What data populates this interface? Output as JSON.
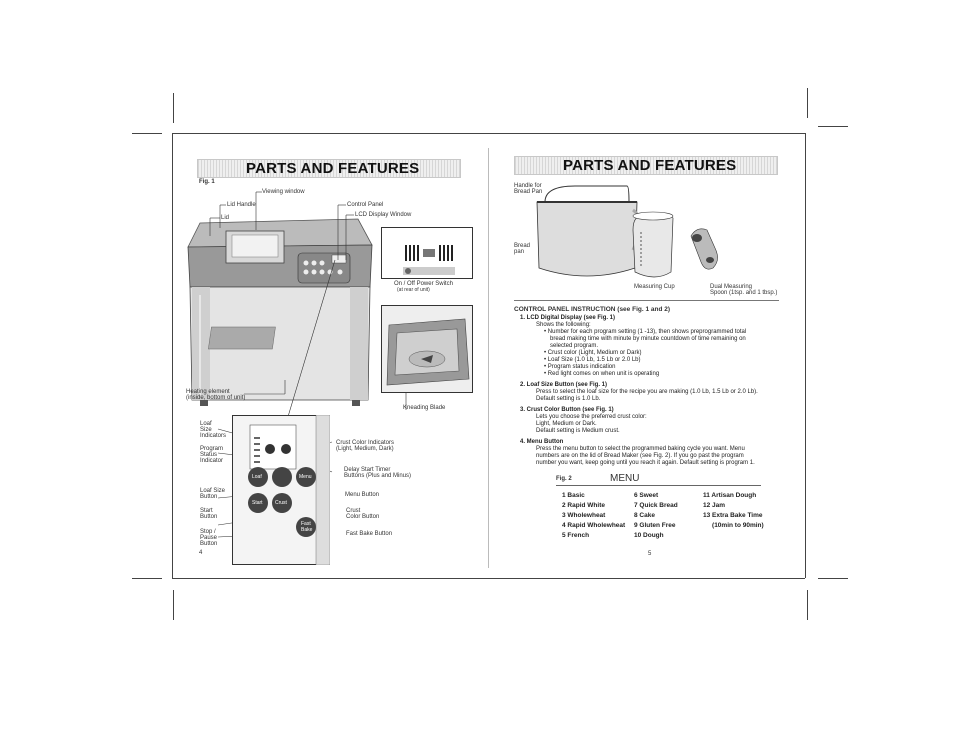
{
  "left": {
    "banner": "PARTS AND FEATURES",
    "fig": "Fig. 1",
    "labels": {
      "viewing_window": "Viewing window",
      "lid_handle": "Lid Handle",
      "lid": "Lid",
      "control_panel": "Control Panel",
      "lcd_window": "LCD Display Window",
      "power_switch_1": "On / Off Power Switch",
      "power_switch_2": "(at rear of unit)",
      "heating_1": "Heating element",
      "heating_2": "(inside, bottom of unit)",
      "kneading": "Kneading Blade",
      "leaf_1": "Loaf",
      "leaf_2": "Size",
      "leaf_3": "Indicators",
      "program_1": "Program",
      "program_2": "Status",
      "program_3": "Indicator",
      "crust_ind_1": "Crust Color Indicators",
      "crust_ind_2": "(Light, Medium, Dark)",
      "delay_1": "Delay Start Timer",
      "delay_2": "Buttons (Plus and Minus)",
      "loafsize_btn_1": "Loaf Size",
      "loafsize_btn_2": "Button",
      "menu_btn": "Menu Button",
      "start_1": "Start",
      "start_2": "Button",
      "crust_btn_1": "Crust",
      "crust_btn_2": "Color Button",
      "stop_1": "Stop /",
      "stop_2": "Pause",
      "stop_3": "Button",
      "fast_bake": "Fast Bake Button"
    },
    "panel_btn_labels": {
      "loaf": "Loaf",
      "start": "Start",
      "menu": "Menu",
      "crust": "Crust",
      "fast_1": "Fast",
      "fast_2": "Bake"
    },
    "page_num": "4"
  },
  "right": {
    "banner": "PARTS AND FEATURES",
    "labels": {
      "handle_1": "Handle for",
      "handle_2": "Bread Pan",
      "bread_1": "Bread",
      "bread_2": "pan",
      "cup": "Measuring Cup",
      "spoon_1": "Dual Measuring",
      "spoon_2": "Spoon (1tsp. and 1 tbsp.)"
    },
    "section_title": "CONTROL PANEL INSTRUCTION (see Fig. 1 and 2)",
    "items": [
      {
        "title": "1.  LCD Digital Display (see Fig. 1)",
        "lines": [
          "Shows the following:"
        ],
        "bullets": [
          "Number for each program setting (1 -13), then shows preprogrammed total",
          "bread making time with minute by minute countdown of time remaining on",
          "selected program.",
          "Crust color (Light, Medium or Dark)",
          "Loaf Size (1.0 Lb, 1.5 Lb or 2.0 Lb)",
          "Program status indication",
          "Red light comes on when unit is operating"
        ]
      },
      {
        "title": "2.  Loaf Size Button (see Fig. 1)",
        "lines": [
          "Press to select the loaf size for the recipe you are making (1.0 Lb, 1.5 Lb or 2.0 Lb).",
          "Default setting is 1.0 Lb."
        ]
      },
      {
        "title": "3.  Crust Color Button (see Fig. 1)",
        "lines": [
          "Lets you choose the preferred crust color:",
          "Light, Medium or Dark.",
          "Default setting is Medium crust."
        ]
      },
      {
        "title": "4.  Menu Button",
        "lines": [
          "Press the menu button to select the programmed baking cycle you want. Menu",
          "numbers are on the lid of Bread Maker (see Fig. 2). If you go past the program",
          "number you want, keep going until you reach it again. Default setting is program 1."
        ]
      }
    ],
    "fig2": "Fig. 2",
    "menu_title": "MENU",
    "menu_col1": [
      "1  Basic",
      "2  Rapid White",
      "3  Wholewheat",
      "4  Rapid Wholewheat",
      "5  French"
    ],
    "menu_col2": [
      "6  Sweet",
      "7  Quick Bread",
      "8  Cake",
      "9  Gluten Free",
      "10  Dough"
    ],
    "menu_col3": [
      "11  Artisan Dough",
      "12  Jam",
      "13  Extra Bake Time",
      "     (10min to 90min)"
    ],
    "page_num": "5"
  }
}
